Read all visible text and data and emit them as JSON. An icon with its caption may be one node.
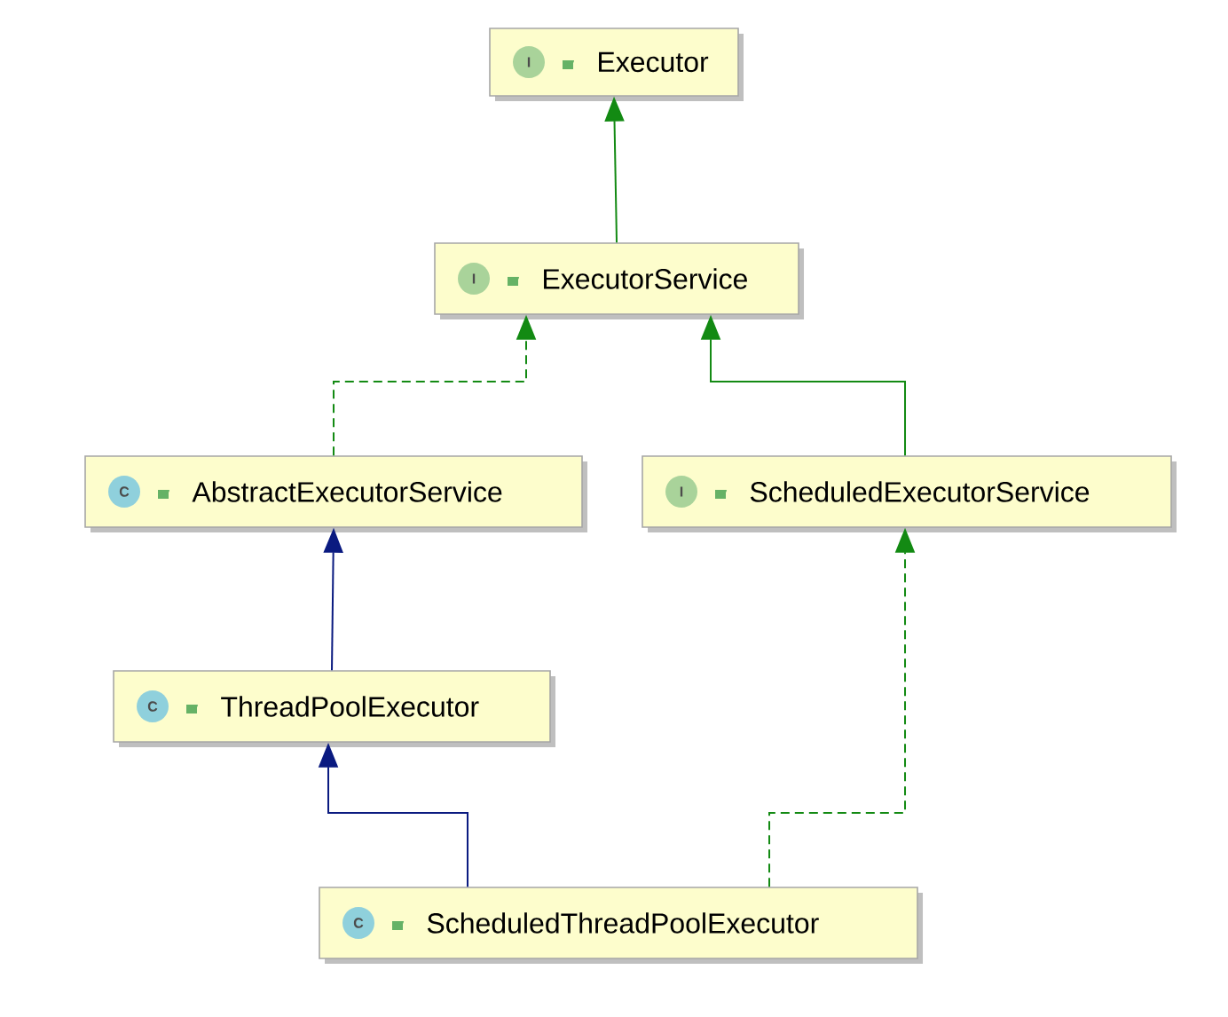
{
  "diagram": {
    "nodes": [
      {
        "text": [
          "I",
          "Executor"
        ]
      },
      {
        "text": [
          "I",
          "ExecutorService"
        ]
      },
      {
        "text": [
          "C",
          "AbstractExecutorService"
        ]
      },
      {
        "text": [
          "I",
          "ScheduledExecutorService"
        ]
      },
      {
        "text": [
          "C",
          "ThreadPoolExecutor"
        ]
      },
      {
        "text": [
          "C",
          "ScheduledThreadPoolExecutor"
        ]
      }
    ],
    "edges": [
      {
        "from": 1,
        "to": 0,
        "arrow": "to"
      },
      {
        "from": 2,
        "to": 1,
        "arrow": "to",
        "style": "dashed"
      },
      {
        "from": 3,
        "to": 1,
        "arrow": "to"
      },
      {
        "from": 4,
        "to": 2,
        "arrow": "to",
        "color": "#0a1a80"
      },
      {
        "from": 5,
        "to": 4,
        "arrow": "to",
        "color": "#0a1a80"
      },
      {
        "from": 5,
        "to": 3,
        "arrow": "to",
        "style": "dashed"
      }
    ]
  }
}
